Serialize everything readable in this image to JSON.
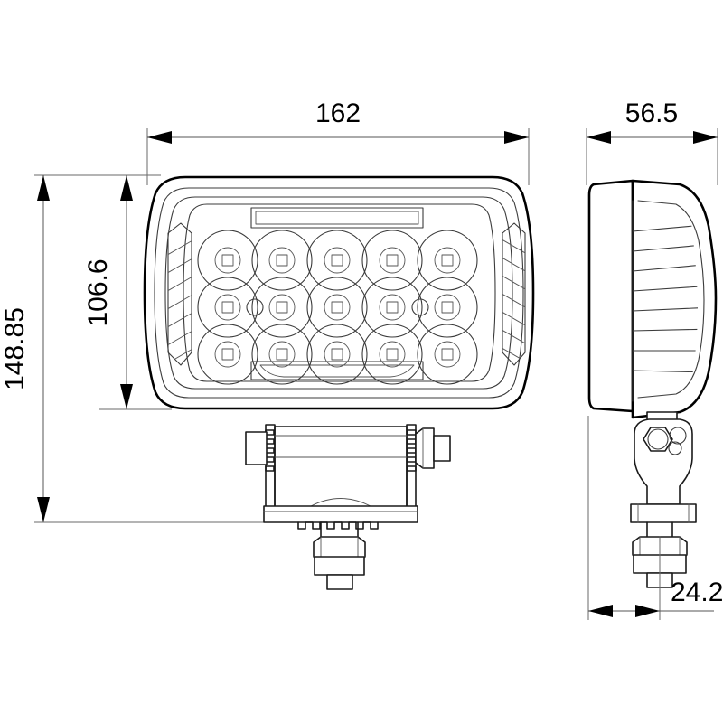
{
  "drawing": {
    "title": "LED Work Light Technical Dimension Drawing",
    "background_color": "#ffffff",
    "line_color": "#000000",
    "dimension_color": "#555555",
    "units": "mm"
  },
  "dimensions": {
    "overall_width": {
      "label": "162",
      "name": "front-view-width",
      "orientation": "horizontal",
      "view": "front"
    },
    "overall_height": {
      "label": "148.85",
      "name": "front-view-total-height",
      "orientation": "vertical",
      "view": "front"
    },
    "housing_height": {
      "label": "106.6",
      "name": "front-view-housing-height",
      "orientation": "vertical",
      "view": "front"
    },
    "depth": {
      "label": "56.5",
      "name": "side-view-depth",
      "orientation": "horizontal",
      "view": "side"
    },
    "bracket_offset": {
      "label": "24.2",
      "name": "side-view-bracket-offset",
      "orientation": "horizontal",
      "view": "side"
    }
  },
  "front_view": {
    "name": "front-elevation",
    "led_array": {
      "rows": 3,
      "columns": 5,
      "total_leds": 15,
      "interstitial_dots": 2
    },
    "features": {
      "top_light_bar": "rectangular-light-strip",
      "bottom_light_bar": "curved-light-strip",
      "left_vent": "hatched-heat-sink-vent",
      "right_vent": "hatched-heat-sink-vent"
    },
    "mount": {
      "bracket": "u-bracket",
      "bolts": 2,
      "base": "serrated-base-plate",
      "stud_nut": "hex-nut"
    }
  },
  "side_view": {
    "name": "side-elevation",
    "features": {
      "cooling_fins": 9,
      "lens_face": "front-lens-face",
      "mount_knuckle": "pivot-knuckle",
      "pivot_bolt": "hex-pivot-bolt",
      "stud_nut": "hex-nut"
    }
  }
}
